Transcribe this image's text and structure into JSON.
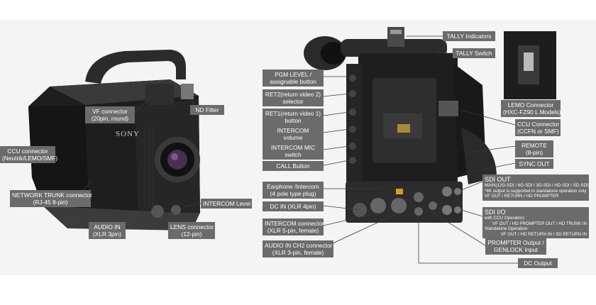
{
  "left_labels": {
    "vf_connector": [
      "VF connector",
      "(20pin, round)"
    ],
    "nd_filter": [
      "ND Filter"
    ],
    "ccu_connector": [
      "CCU connector",
      "(Neutrik/LEMO/SMF)"
    ],
    "network_trunk": [
      "NETWORK TRUNK connector",
      "(RJ-45 8-pin)"
    ],
    "intercom_level": [
      "INTERCOM Level"
    ],
    "audio_in": [
      "AUDIO IN",
      "(XLR 3pin)"
    ],
    "lens_connector": [
      "LENS connector",
      "(12-pin)"
    ],
    "brand": "SONY"
  },
  "right_labels": {
    "tally_indicators": [
      "TALLY Indicators"
    ],
    "tally_switch": [
      "TALLY Switch"
    ],
    "pgm_level": [
      "PGM LEVEL /",
      "assignable button"
    ],
    "ret2": [
      "RET2(return video 2)",
      "selector"
    ],
    "ret1": [
      "RET1(return video 1)",
      "button"
    ],
    "intercom_volume": [
      "INTERCOM",
      "volume"
    ],
    "intercom_mic": [
      "INTERCOM MIC",
      "switch"
    ],
    "call_button": [
      "CALL Button"
    ],
    "earphone": [
      "Earphone /Intercom",
      "(4 pole type plug)"
    ],
    "dc_in": [
      "DC IN (XLR 4pin)"
    ],
    "intercom_connector": [
      "INTERCOM connector",
      "(XLR 5-pin, female)"
    ],
    "audio_in_ch2": [
      "AUDIO IN CH2 connector",
      "(XLR 3-pin, female)"
    ],
    "lemo_connector": [
      "LEMO Connector",
      "(HXC-FZ90 L Models)"
    ],
    "ccu_connector": [
      "CCU Connector",
      "(CCFN or SMF)"
    ],
    "remote": [
      "REMOTE",
      "(8-pin)"
    ],
    "sync_out": [
      "SYNC OUT"
    ],
    "sdi_out": {
      "title": "SDI OUT",
      "lines": [
        "MAIN(12G-SDI / 6G-SDI / 3G-SDI / HD-SDI / SD-SDI)",
        "*4K output is supported in standalone operation only",
        "VF OUT / RETURN / HD PROMPTER"
      ]
    },
    "sdi_io": {
      "title": "SDI I/O",
      "lines": [
        "with CCU Operation:",
        "VF OUT / HD PROMPTER OUT / HD TRUNK IN",
        "Standalone Operation:",
        "VF OUT / HD RETURN IN / SD RETURN IN"
      ]
    },
    "prompter": [
      "PROMPTER Output /",
      "GENLOCK Input"
    ],
    "dc_output": [
      "DC Output"
    ]
  }
}
